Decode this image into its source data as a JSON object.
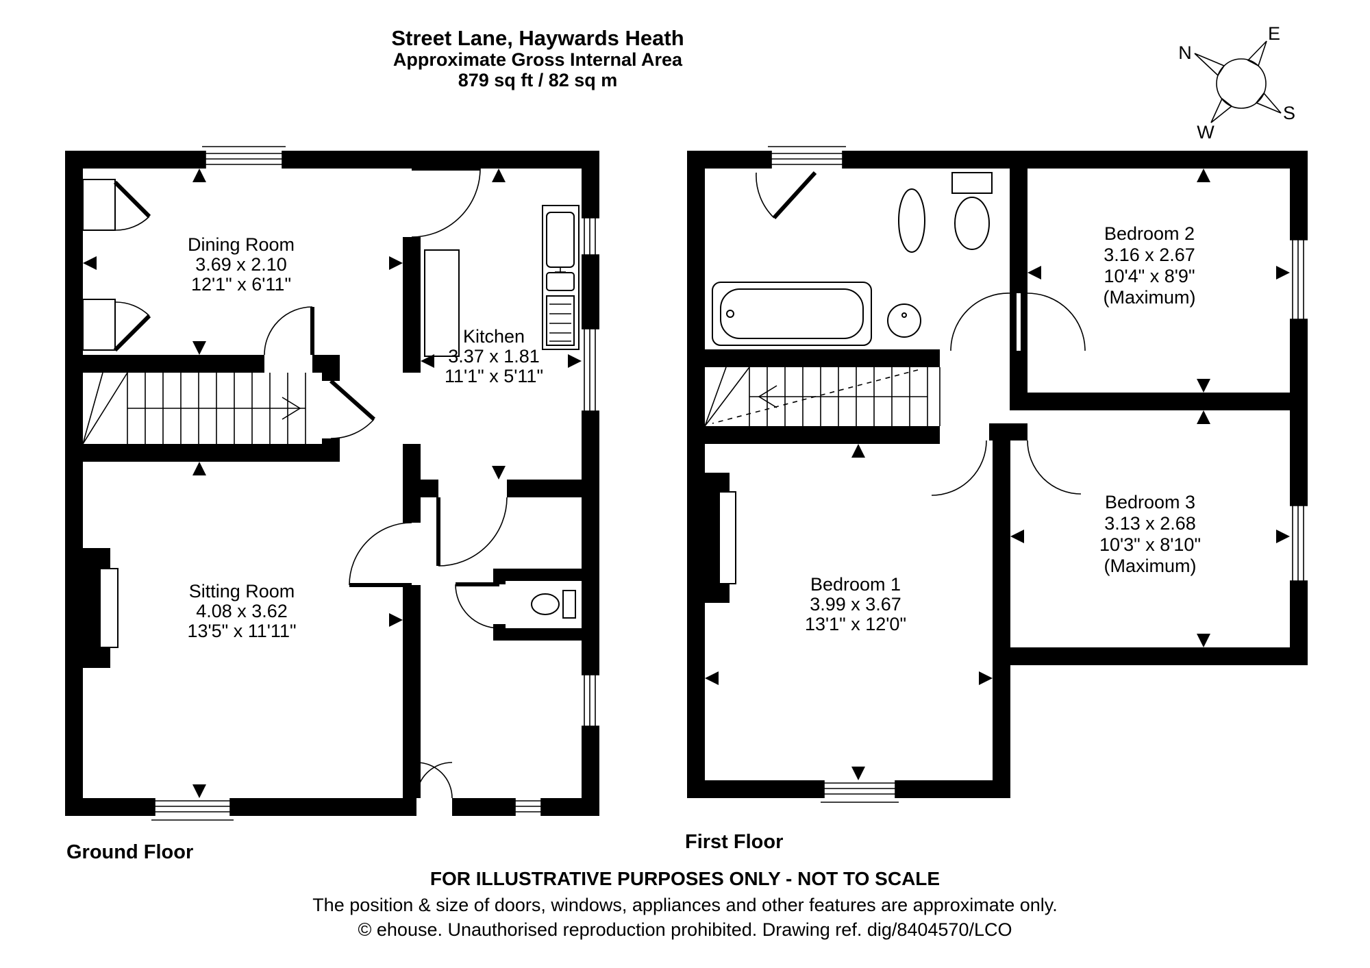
{
  "header": {
    "title": "Street Lane, Haywards Heath",
    "subtitle": "Approximate Gross Internal Area",
    "area": "879 sq ft / 82 sq m"
  },
  "compass": {
    "north": "N",
    "east": "E",
    "south": "S",
    "west": "W"
  },
  "ground_floor": {
    "label": "Ground Floor",
    "rooms": {
      "dining": {
        "name": "Dining Room",
        "metric": "3.69 x 2.10",
        "imperial": "12'1\" x 6'11\""
      },
      "kitchen": {
        "name": "Kitchen",
        "metric": "3.37 x 1.81",
        "imperial": "11'1\" x 5'11\""
      },
      "sitting": {
        "name": "Sitting Room",
        "metric": "4.08 x 3.62",
        "imperial": "13'5\" x 11'11\""
      }
    }
  },
  "first_floor": {
    "label": "First Floor",
    "rooms": {
      "bedroom1": {
        "name": "Bedroom 1",
        "metric": "3.99 x 3.67",
        "imperial": "13'1\" x 12'0\""
      },
      "bedroom2": {
        "name": "Bedroom 2",
        "metric": "3.16 x 2.67",
        "imperial": "10'4\" x 8'9\"",
        "note": "(Maximum)"
      },
      "bedroom3": {
        "name": "Bedroom 3",
        "metric": "3.13 x 2.68",
        "imperial": "10'3\" x 8'10\"",
        "note": "(Maximum)"
      }
    }
  },
  "footer": {
    "line1": "FOR ILLUSTRATIVE PURPOSES ONLY - NOT TO SCALE",
    "line2": "The position & size of doors, windows, appliances and other features are approximate only.",
    "line3": "© ehouse. Unauthorised reproduction prohibited. Drawing ref. dig/8404570/LCO"
  },
  "colors": {
    "ink": "#000000",
    "background": "#ffffff"
  }
}
